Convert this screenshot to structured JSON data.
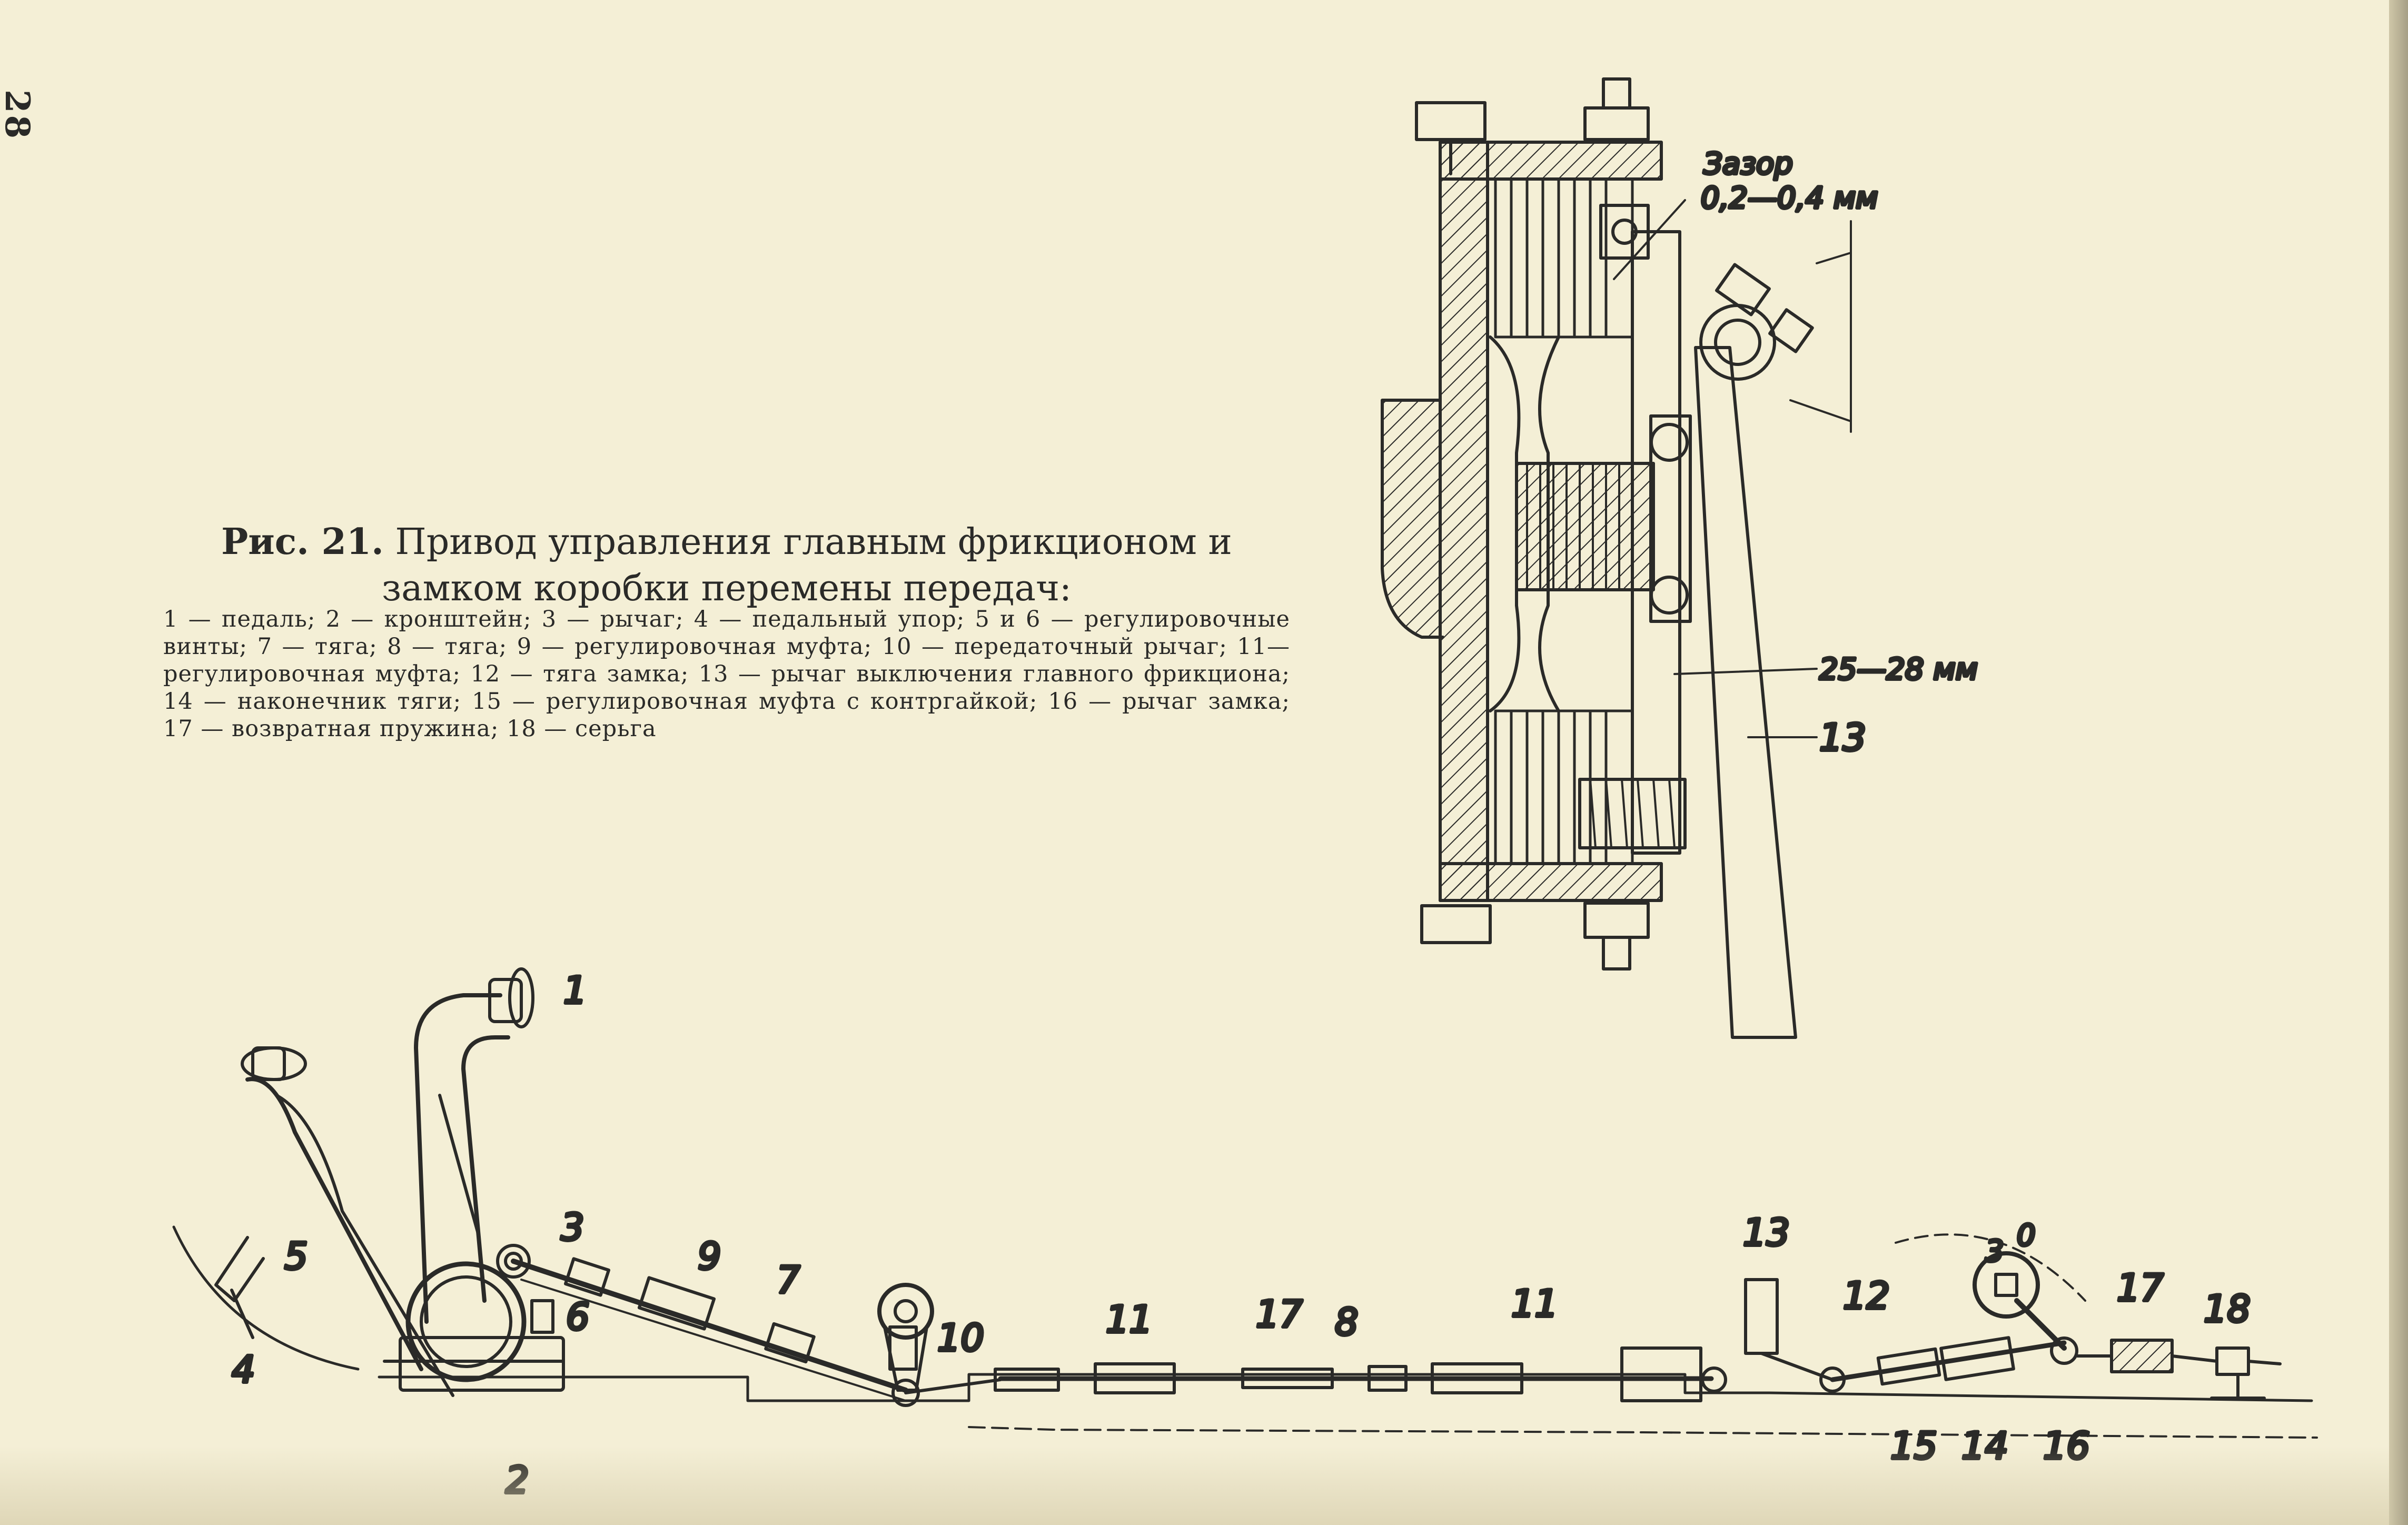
{
  "page_number": "28",
  "caption": {
    "figure": "Рис. 21.",
    "title": "Привод управления главным фрикционом и замком коробки перемены передач:",
    "legend": "1 — педаль; 2 — кронштейн; 3 — рычаг; 4 — педальный упор; 5 и 6 — регулировочные винты; 7 — тяга; 8 — тяга; 9 — регулировочная муфта; 10 — передаточный рычаг; 11—регулировочная муфта; 12 — тяга замка; 13 — рычаг выключения главного фрикциона; 14 — наконечник тяги; 15 — регулировочная муфта с контргайкой; 16 — рычаг замка; 17 — возвратная пружина; 18 — серьга"
  },
  "clutch_view": {
    "gap_label": "Зазор",
    "gap_value": "0,2—0,4 мм",
    "travel_label": "25—28 мм",
    "lever_label": "13"
  },
  "linkage_labels": {
    "l1": "1",
    "l2": "2",
    "l3": "3",
    "l4": "4",
    "l5": "5",
    "l6": "6",
    "l7": "7",
    "l8": "8",
    "l9": "9",
    "l10": "10",
    "l11a": "11",
    "l11b": "11",
    "l12": "12",
    "l13": "13",
    "l14": "14",
    "l15": "15",
    "l16": "16",
    "l17a": "17",
    "l17b": "17",
    "l18": "18",
    "scale_3": "3",
    "scale_0": "0"
  }
}
